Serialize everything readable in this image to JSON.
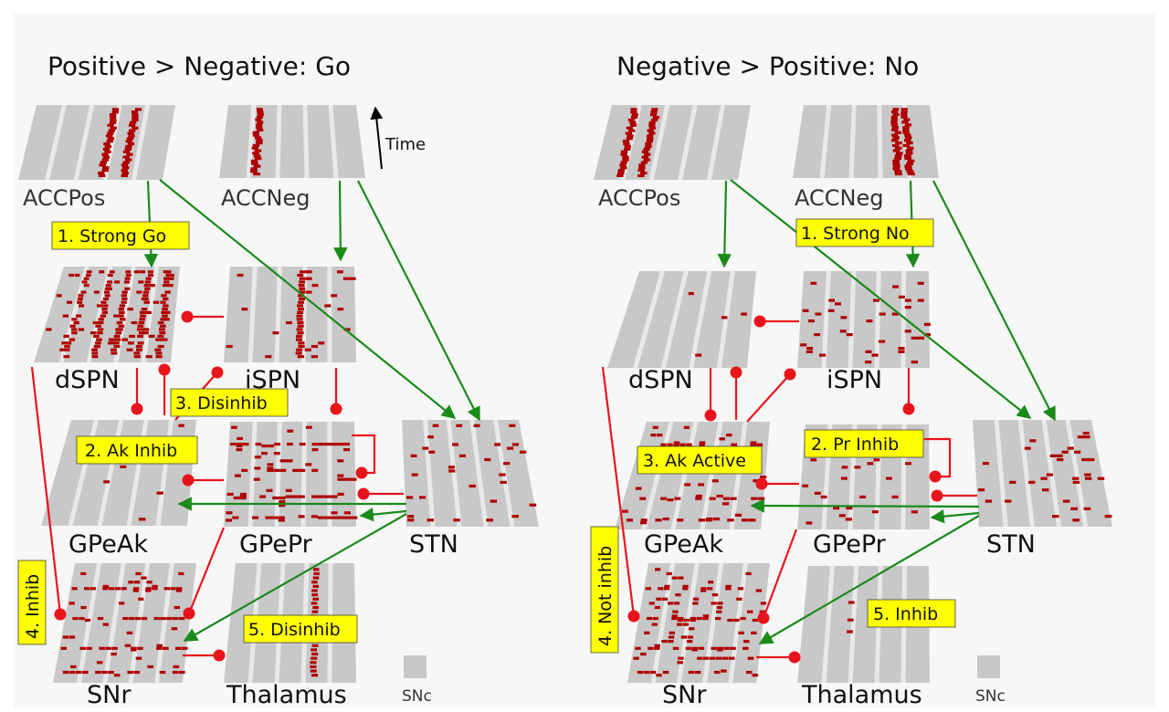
{
  "panels": [
    {
      "title": "Positive > Negative: Go",
      "layers": {
        "accpos": "ACCPos",
        "accneg": "ACCNeg",
        "dspn": "dSPN",
        "ispn": "iSPN",
        "gpeak": "GPeAk",
        "gpepr": "GPePr",
        "stn": "STN",
        "snr": "SNr",
        "thalamus": "Thalamus",
        "snc": "SNc"
      },
      "notes": [
        "1. Strong Go",
        "2. Ak Inhib",
        "3. Disinhib",
        "4. Inhib",
        "5. Disinhib"
      ]
    },
    {
      "title": "Negative > Positive: No",
      "layers": {
        "accpos": "ACCPos",
        "accneg": "ACCNeg",
        "dspn": "dSPN",
        "ispn": "iSPN",
        "gpeak": "GPeAk",
        "gpepr": "GPePr",
        "stn": "STN",
        "snr": "SNr",
        "thalamus": "Thalamus",
        "snc": "SNc"
      },
      "notes": [
        "1. Strong No",
        "2. Pr Inhib",
        "3. Ak Active",
        "4. Not inhib",
        "5. Inhib"
      ]
    }
  ],
  "time_label": "Time",
  "colors": {
    "excitatory": "#1a8a1a",
    "inhibitory": "#e8141b",
    "spike": "#b00000",
    "layer": "#c8c8c8",
    "note_bg": "#ffff00"
  }
}
